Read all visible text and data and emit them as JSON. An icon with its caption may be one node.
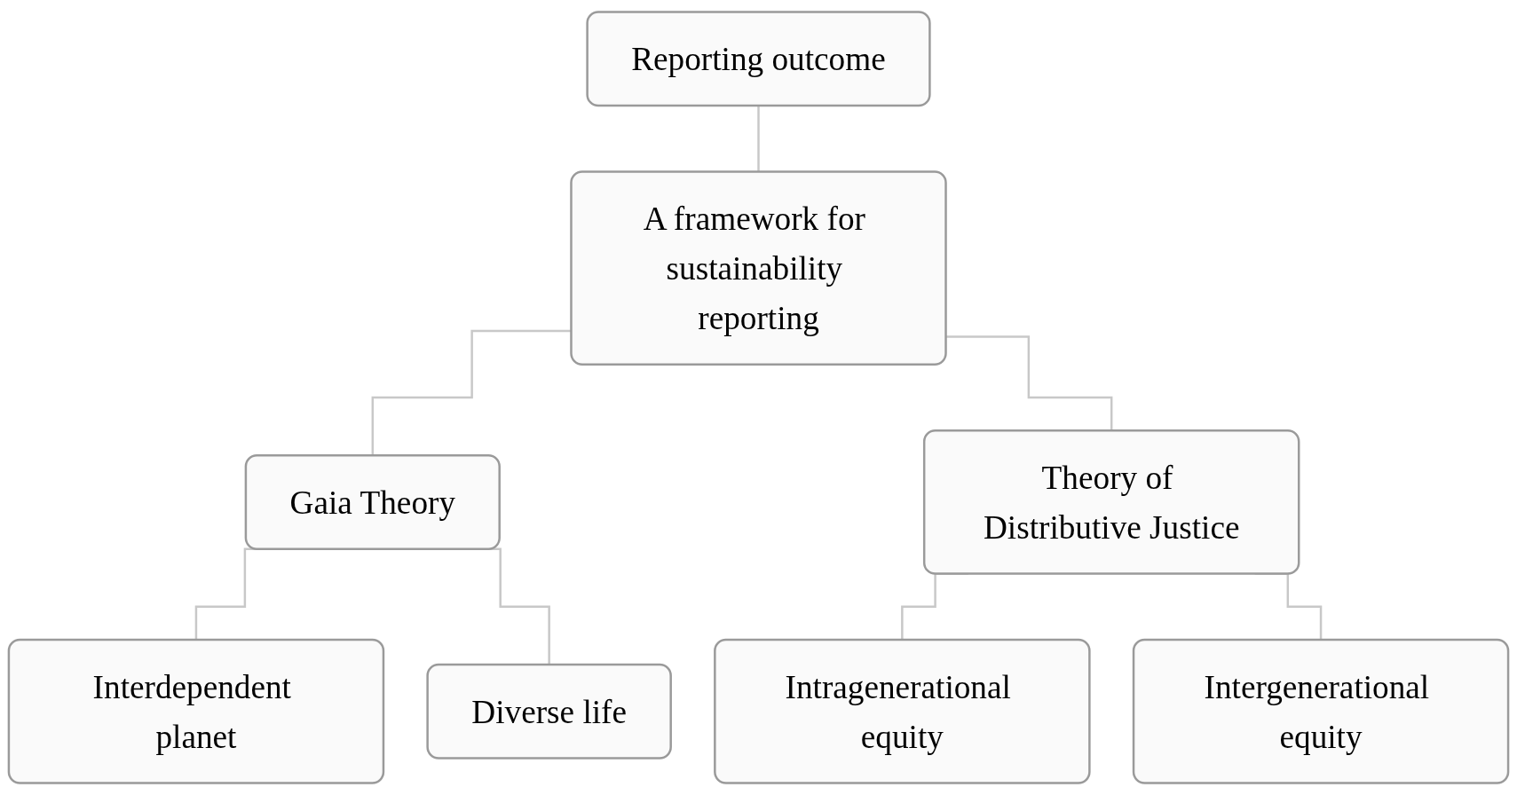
{
  "diagram": {
    "nodes": [
      {
        "text": [
          "Reporting outcome"
        ]
      },
      {
        "text": [
          "A framework for sustainability reporting"
        ]
      },
      {
        "text": [
          "Gaia Theory"
        ]
      },
      {
        "text": [
          "Theory of Distributive Justice"
        ]
      },
      {
        "text": [
          "Interdependent planet"
        ]
      },
      {
        "text": [
          "Diverse life"
        ]
      },
      {
        "text": [
          "Intragenerational equity"
        ]
      },
      {
        "text": [
          "Intergenerational equity"
        ]
      }
    ],
    "edges": [
      {
        "from": 0,
        "to": 1,
        "arrow": "none"
      },
      {
        "from": 1,
        "to": 2,
        "arrow": "none"
      },
      {
        "from": 1,
        "to": 3,
        "arrow": "none"
      },
      {
        "from": 2,
        "to": 4,
        "arrow": "none"
      },
      {
        "from": 2,
        "to": 5,
        "arrow": "none"
      },
      {
        "from": 3,
        "to": 6,
        "arrow": "none"
      },
      {
        "from": 3,
        "to": 7,
        "arrow": "none"
      }
    ]
  }
}
